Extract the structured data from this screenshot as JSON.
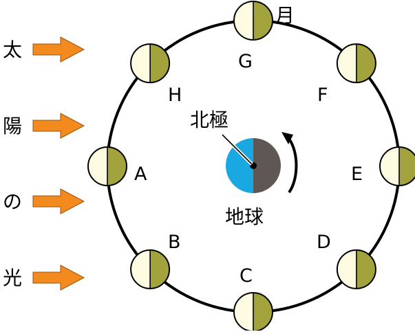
{
  "sun_light": {
    "label_chars": [
      "太",
      "陽",
      "の",
      "光"
    ],
    "arrow_color": "#f28a1e"
  },
  "earth": {
    "label": "地球",
    "north_pole_label": "北極",
    "day_color": "#1aa8e2",
    "night_color": "#5e5754"
  },
  "moon": {
    "label": "月",
    "lit_color": "#fdfbe2",
    "dark_color": "#a2a33c"
  },
  "positions": [
    {
      "label": "A"
    },
    {
      "label": "B"
    },
    {
      "label": "C"
    },
    {
      "label": "D"
    },
    {
      "label": "E"
    },
    {
      "label": "F"
    },
    {
      "label": "G"
    },
    {
      "label": "H"
    }
  ]
}
